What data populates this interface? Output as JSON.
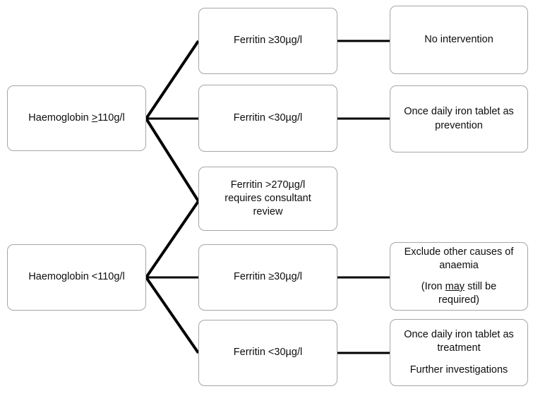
{
  "diagram": {
    "title": "Haemoglobin and ferritin management decision flowchart",
    "background_color": "#ffffff",
    "box_border_color": "#a6a6a6",
    "connector_color": "#000000",
    "text_color": "#0d0d0d"
  },
  "nodes": {
    "hb_high": {
      "label": "Haemoglobin ≥110g/l",
      "prefix": "Haemoglobin ",
      "symbol": ">",
      "suffix": "110g/l"
    },
    "hb_low": {
      "label": "Haemoglobin <110g/l"
    },
    "ferritin_high_top": {
      "label": "Ferritin ≥30µg/l"
    },
    "ferritin_low_top": {
      "label": "Ferritin <30µg/l"
    },
    "ferritin_very_high": {
      "line1": "Ferritin >270µg/l",
      "line2": "requires consultant",
      "line3": "review"
    },
    "ferritin_high_bottom": {
      "label": "Ferritin ≥30µg/l"
    },
    "ferritin_low_bottom": {
      "label": "Ferritin <30µg/l"
    },
    "no_intervention": {
      "label": "No intervention"
    },
    "iron_prevention": {
      "line1": "Once daily iron tablet as",
      "line2": "prevention"
    },
    "exclude_causes": {
      "line1": "Exclude other causes of",
      "line2": "anaemia",
      "line3_pre": "(Iron ",
      "line3_underlined": "may",
      "line3_post": " still be",
      "line4": "required)"
    },
    "iron_treatment": {
      "line1": "Once daily iron tablet as",
      "line2": "treatment",
      "line3": "Further investigations"
    }
  }
}
